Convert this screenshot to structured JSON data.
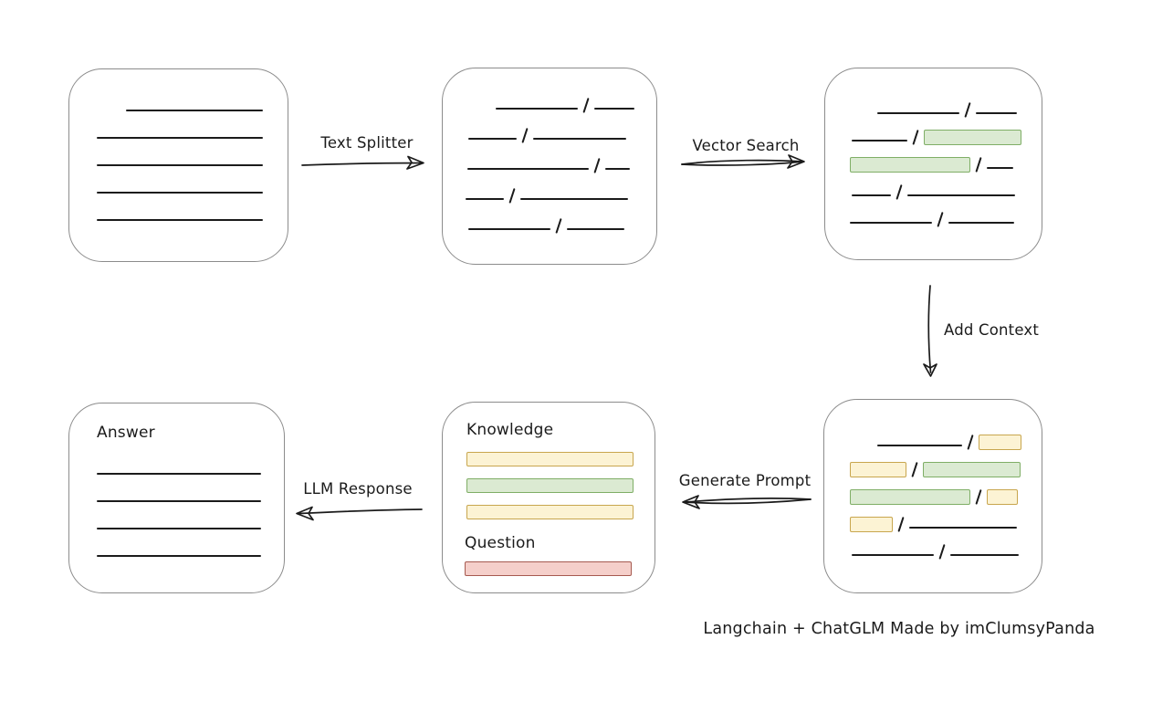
{
  "caption": "Langchain + ChatGLM Made by imClumsyPanda",
  "colors": {
    "ink": "#1b1b1b",
    "node_border": "#8c8c8c",
    "green_fill": "#dbead2",
    "green_border": "#7fae66",
    "yellow_fill": "#fcf3d4",
    "yellow_border": "#c8a64e",
    "red_fill": "#f5cfca",
    "red_border": "#a65a50"
  },
  "arrows": [
    {
      "id": "text-splitter",
      "label": "Text Splitter",
      "direction": "right"
    },
    {
      "id": "vector-search",
      "label": "Vector Search",
      "direction": "right"
    },
    {
      "id": "add-context",
      "label": "Add Context",
      "direction": "down"
    },
    {
      "id": "generate-prompt",
      "label": "Generate Prompt",
      "direction": "left"
    },
    {
      "id": "llm-response",
      "label": "LLM Response",
      "direction": "left"
    }
  ],
  "nodes": {
    "document": {
      "lines": [
        {
          "indent": 32,
          "w": 150
        },
        {
          "indent": 0,
          "w": 182
        },
        {
          "indent": 0,
          "w": 182
        },
        {
          "indent": 0,
          "w": 182
        },
        {
          "indent": 0,
          "w": 182
        }
      ]
    },
    "split_chunks": {
      "rows": [
        {
          "indent": 37,
          "segs": [
            {
              "t": "line",
              "w": 90
            },
            {
              "t": "slash"
            },
            {
              "t": "line",
              "w": 44
            }
          ]
        },
        {
          "indent": 7,
          "segs": [
            {
              "t": "line",
              "w": 53
            },
            {
              "t": "slash"
            },
            {
              "t": "line",
              "w": 102
            }
          ]
        },
        {
          "indent": 6,
          "segs": [
            {
              "t": "line",
              "w": 133
            },
            {
              "t": "slash"
            },
            {
              "t": "line",
              "w": 27
            }
          ]
        },
        {
          "indent": 4,
          "segs": [
            {
              "t": "line",
              "w": 42
            },
            {
              "t": "slash"
            },
            {
              "t": "line",
              "w": 118
            }
          ]
        },
        {
          "indent": 7,
          "segs": [
            {
              "t": "line",
              "w": 90
            },
            {
              "t": "slash"
            },
            {
              "t": "line",
              "w": 63
            }
          ]
        }
      ]
    },
    "matched_chunks": {
      "rows": [
        {
          "indent": 30,
          "segs": [
            {
              "t": "line",
              "w": 90
            },
            {
              "t": "slash"
            },
            {
              "t": "line",
              "w": 45
            }
          ]
        },
        {
          "indent": 2,
          "segs": [
            {
              "t": "line",
              "w": 61
            },
            {
              "t": "slash"
            },
            {
              "t": "green",
              "w": 107
            }
          ]
        },
        {
          "indent": 0,
          "segs": [
            {
              "t": "green",
              "w": 132
            },
            {
              "t": "slash"
            },
            {
              "t": "line",
              "w": 29
            }
          ]
        },
        {
          "indent": 2,
          "segs": [
            {
              "t": "line",
              "w": 43
            },
            {
              "t": "slash"
            },
            {
              "t": "line",
              "w": 118
            }
          ]
        },
        {
          "indent": 0,
          "segs": [
            {
              "t": "line",
              "w": 90
            },
            {
              "t": "slash"
            },
            {
              "t": "line",
              "w": 72
            }
          ]
        }
      ]
    },
    "context_chunks": {
      "rows": [
        {
          "indent": 30,
          "segs": [
            {
              "t": "line",
              "w": 93
            },
            {
              "t": "slash"
            },
            {
              "t": "yellow",
              "w": 47
            }
          ]
        },
        {
          "indent": 0,
          "segs": [
            {
              "t": "yellow",
              "w": 62
            },
            {
              "t": "slash"
            },
            {
              "t": "green",
              "w": 107
            }
          ]
        },
        {
          "indent": 0,
          "segs": [
            {
              "t": "green",
              "w": 132
            },
            {
              "t": "slash"
            },
            {
              "t": "yellow",
              "w": 34
            }
          ]
        },
        {
          "indent": 0,
          "segs": [
            {
              "t": "yellow",
              "w": 47
            },
            {
              "t": "slash"
            },
            {
              "t": "line",
              "w": 118
            }
          ]
        },
        {
          "indent": 2,
          "segs": [
            {
              "t": "line",
              "w": 90
            },
            {
              "t": "slash"
            },
            {
              "t": "line",
              "w": 75
            }
          ]
        }
      ]
    },
    "prompt": {
      "knowledge_label": "Knowledge",
      "question_label": "Question",
      "knowledge_bars": [
        "yellow",
        "green",
        "yellow"
      ],
      "question_bars": [
        "red"
      ]
    },
    "answer": {
      "label": "Answer",
      "lines": [
        {
          "indent": 0,
          "w": 180
        },
        {
          "indent": 0,
          "w": 180
        },
        {
          "indent": 0,
          "w": 180
        },
        {
          "indent": 0,
          "w": 180
        }
      ]
    }
  }
}
